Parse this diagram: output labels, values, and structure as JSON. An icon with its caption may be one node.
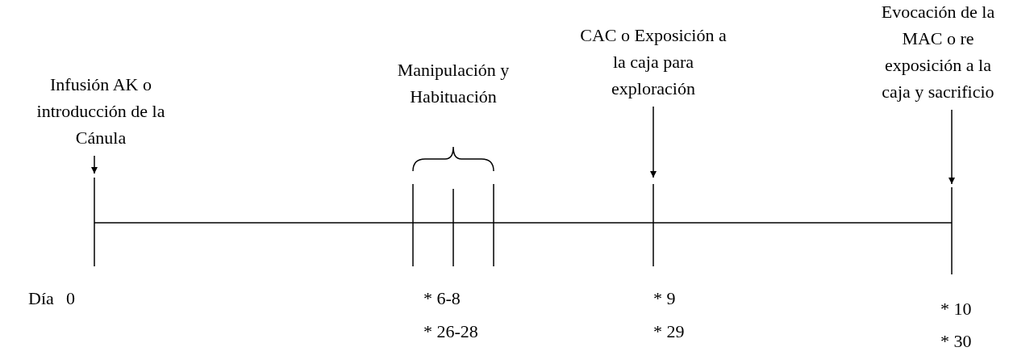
{
  "diagram": {
    "nodes": [
      {
        "text": [
          "Infusión AK o introducción  de la Cánula"
        ]
      },
      {
        "text": [
          "Manipulación y Habituación"
        ]
      },
      {
        "text": [
          "CAC o Exposición a la caja para exploración"
        ]
      },
      {
        "text": [
          "Evocación de la MAC o re exposición a la caja y sacrificio"
        ]
      }
    ],
    "edges": [
      {
        "from": 0,
        "to": null,
        "arrow": "to"
      },
      {
        "from": 2,
        "to": null,
        "arrow": "to"
      },
      {
        "from": 3,
        "to": null,
        "arrow": "to"
      }
    ],
    "labels": [
      "Día",
      "0",
      "* 6-8",
      "* 26-28",
      "* 9",
      "* 29",
      "* 10",
      "* 30"
    ]
  }
}
